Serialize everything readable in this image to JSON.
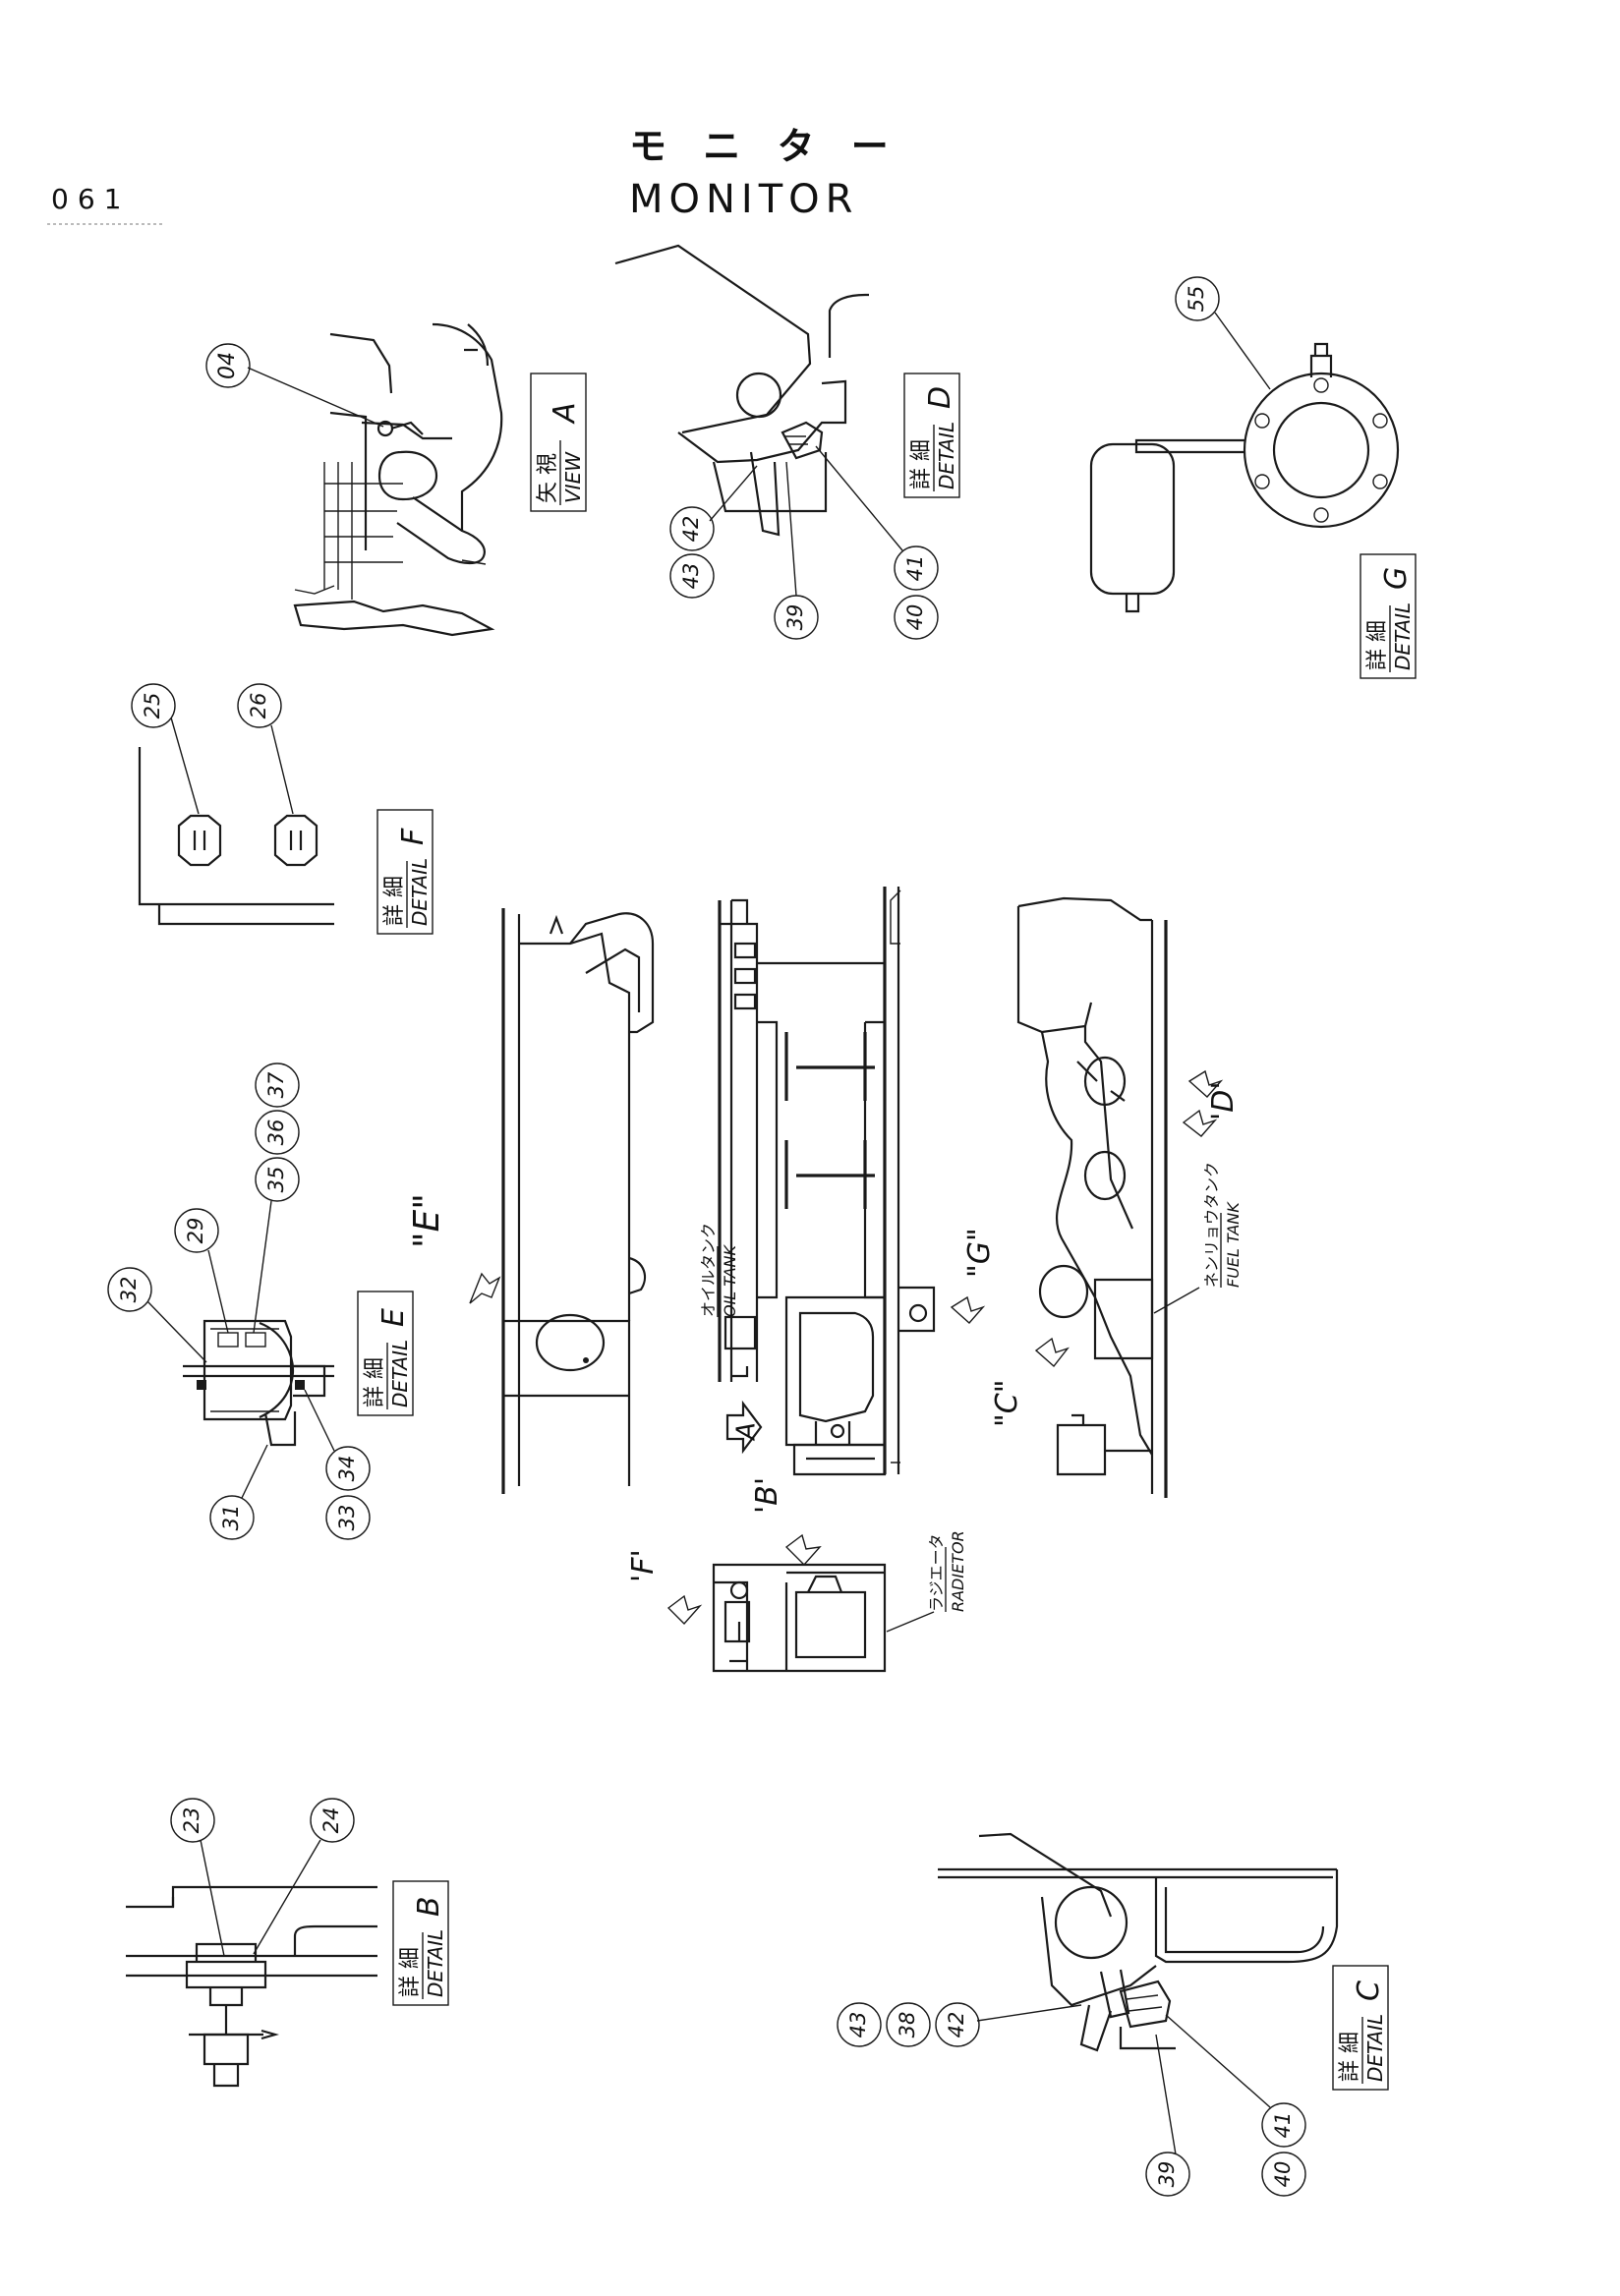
{
  "header": {
    "page_number": "061",
    "title_jp": "モ ニ タ ー",
    "title_en": "MONITOR"
  },
  "labels": {
    "view_a": {
      "jp": "矢 視",
      "en": "VIEW",
      "letter": "A"
    },
    "detail_b": {
      "jp": "詳 細",
      "en": "DETAIL",
      "letter": "B"
    },
    "detail_c": {
      "jp": "詳 細",
      "en": "DETAIL",
      "letter": "C"
    },
    "detail_d": {
      "jp": "詳 細",
      "en": "DETAIL",
      "letter": "D"
    },
    "detail_e": {
      "jp": "詳 細",
      "en": "DETAIL",
      "letter": "E"
    },
    "detail_f": {
      "jp": "詳 細",
      "en": "DETAIL",
      "letter": "F"
    },
    "detail_g": {
      "jp": "詳 細",
      "en": "DETAIL",
      "letter": "G"
    }
  },
  "component_notes": {
    "oil_tank_jp": "オイルタンク",
    "oil_tank_en": "OIL TANK",
    "fuel_tank_jp": "ネンリョウタンク",
    "fuel_tank_en": "FUEL TANK",
    "radiator_jp": "ラジエータ",
    "radiator_en": "RADIETOR"
  },
  "view_markers": {
    "arrow_a": "A",
    "b": "'B'",
    "c": "\"C\"",
    "d": "'D'",
    "e": "\"E\"",
    "f": "'F'",
    "g": "\"G\""
  },
  "part_numbers": {
    "view_a": [
      "04"
    ],
    "detail_d": [
      "43",
      "42",
      "39",
      "40",
      "41"
    ],
    "detail_g": [
      "55"
    ],
    "detail_f": [
      "25",
      "26"
    ],
    "detail_e": [
      "32",
      "29",
      "35",
      "36",
      "37",
      "31",
      "33",
      "34"
    ],
    "detail_b": [
      "23",
      "24"
    ],
    "detail_c": [
      "43",
      "38",
      "42",
      "39",
      "40",
      "41"
    ]
  }
}
